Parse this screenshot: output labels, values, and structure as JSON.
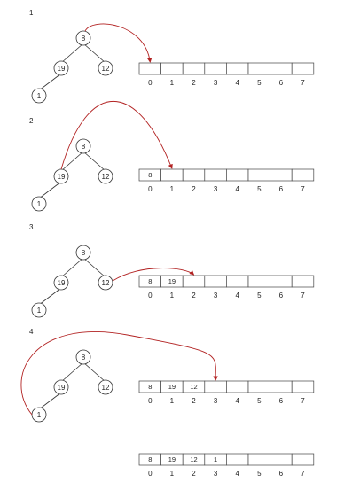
{
  "colors": {
    "arrow": "#b22222",
    "stroke": "#333333"
  },
  "steps": [
    {
      "label": "1",
      "tree": {
        "root": "8",
        "left": "19",
        "right": "12",
        "leftleft": "1"
      },
      "array": [
        "",
        "",
        "",
        "",
        "",
        "",
        "",
        ""
      ],
      "indices": [
        "0",
        "1",
        "2",
        "3",
        "4",
        "5",
        "6",
        "7"
      ],
      "arrow_from": "root",
      "arrow_to_index": 0
    },
    {
      "label": "2",
      "tree": {
        "root": "8",
        "left": "19",
        "right": "12",
        "leftleft": "1"
      },
      "array": [
        "8",
        "",
        "",
        "",
        "",
        "",
        "",
        ""
      ],
      "indices": [
        "0",
        "1",
        "2",
        "3",
        "4",
        "5",
        "6",
        "7"
      ],
      "arrow_from": "left",
      "arrow_to_index": 1
    },
    {
      "label": "3",
      "tree": {
        "root": "8",
        "left": "19",
        "right": "12",
        "leftleft": "1"
      },
      "array": [
        "8",
        "19",
        "",
        "",
        "",
        "",
        "",
        ""
      ],
      "indices": [
        "0",
        "1",
        "2",
        "3",
        "4",
        "5",
        "6",
        "7"
      ],
      "arrow_from": "right",
      "arrow_to_index": 2
    },
    {
      "label": "4",
      "tree": {
        "root": "8",
        "left": "19",
        "right": "12",
        "leftleft": "1"
      },
      "array": [
        "8",
        "19",
        "12",
        "",
        "",
        "",
        "",
        ""
      ],
      "indices": [
        "0",
        "1",
        "2",
        "3",
        "4",
        "5",
        "6",
        "7"
      ],
      "arrow_from": "leftleft",
      "arrow_to_index": 3
    },
    {
      "label": "",
      "tree": null,
      "array": [
        "8",
        "19",
        "12",
        "1",
        "",
        "",
        "",
        ""
      ],
      "indices": [
        "0",
        "1",
        "2",
        "3",
        "4",
        "5",
        "6",
        "7"
      ],
      "arrow_from": null,
      "arrow_to_index": null
    }
  ]
}
